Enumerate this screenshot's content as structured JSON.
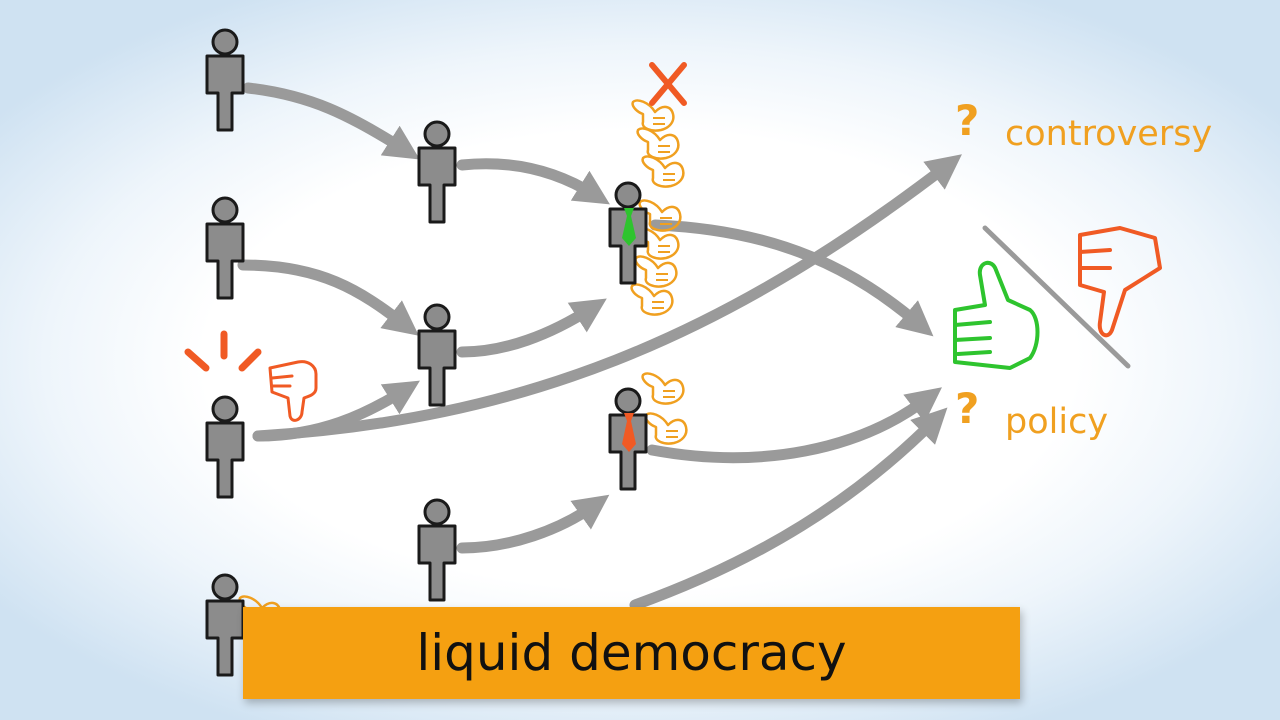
{
  "labels": {
    "controversy": "controversy",
    "policy": "policy",
    "question_mark": "?"
  },
  "banner": {
    "text": "liquid democracy"
  },
  "colors": {
    "arrow": "#9a9a9a",
    "person_fill": "#8c8c8c",
    "person_outline": "#1a1a1a",
    "orange_accent": "#f0a020",
    "red_accent": "#f05a24",
    "green_accent": "#2ec42e",
    "banner": "#f5a011"
  },
  "icons": [
    "person-icon",
    "thumbs-up-icon",
    "thumbs-down-icon",
    "raised-hand-icon",
    "cross-mark-icon",
    "alert-burst-icon",
    "tie-icon"
  ]
}
